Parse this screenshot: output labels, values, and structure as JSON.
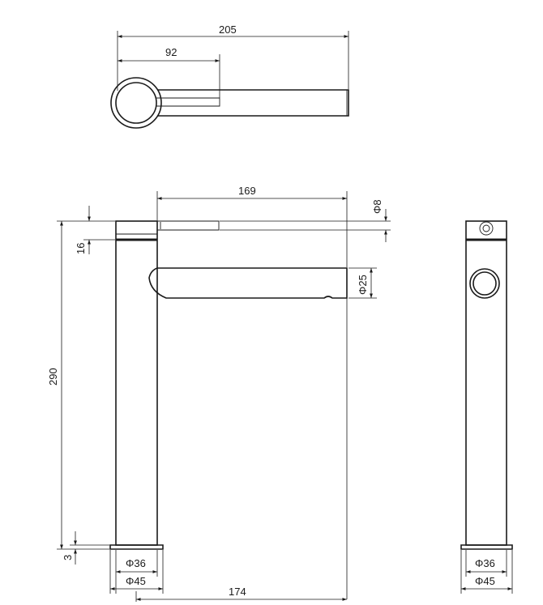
{
  "drawing": {
    "dimensions": {
      "top_total_length": "205",
      "top_handle_length": "92",
      "spout_length": "169",
      "handle_diameter": "Φ8",
      "handle_height": "16",
      "spout_diameter": "Φ25",
      "total_height": "290",
      "base_height": "3",
      "body_diameter": "Φ36",
      "base_diameter": "Φ45",
      "reach": "174",
      "side_body_diameter": "Φ36",
      "side_base_diameter": "Φ45"
    }
  }
}
